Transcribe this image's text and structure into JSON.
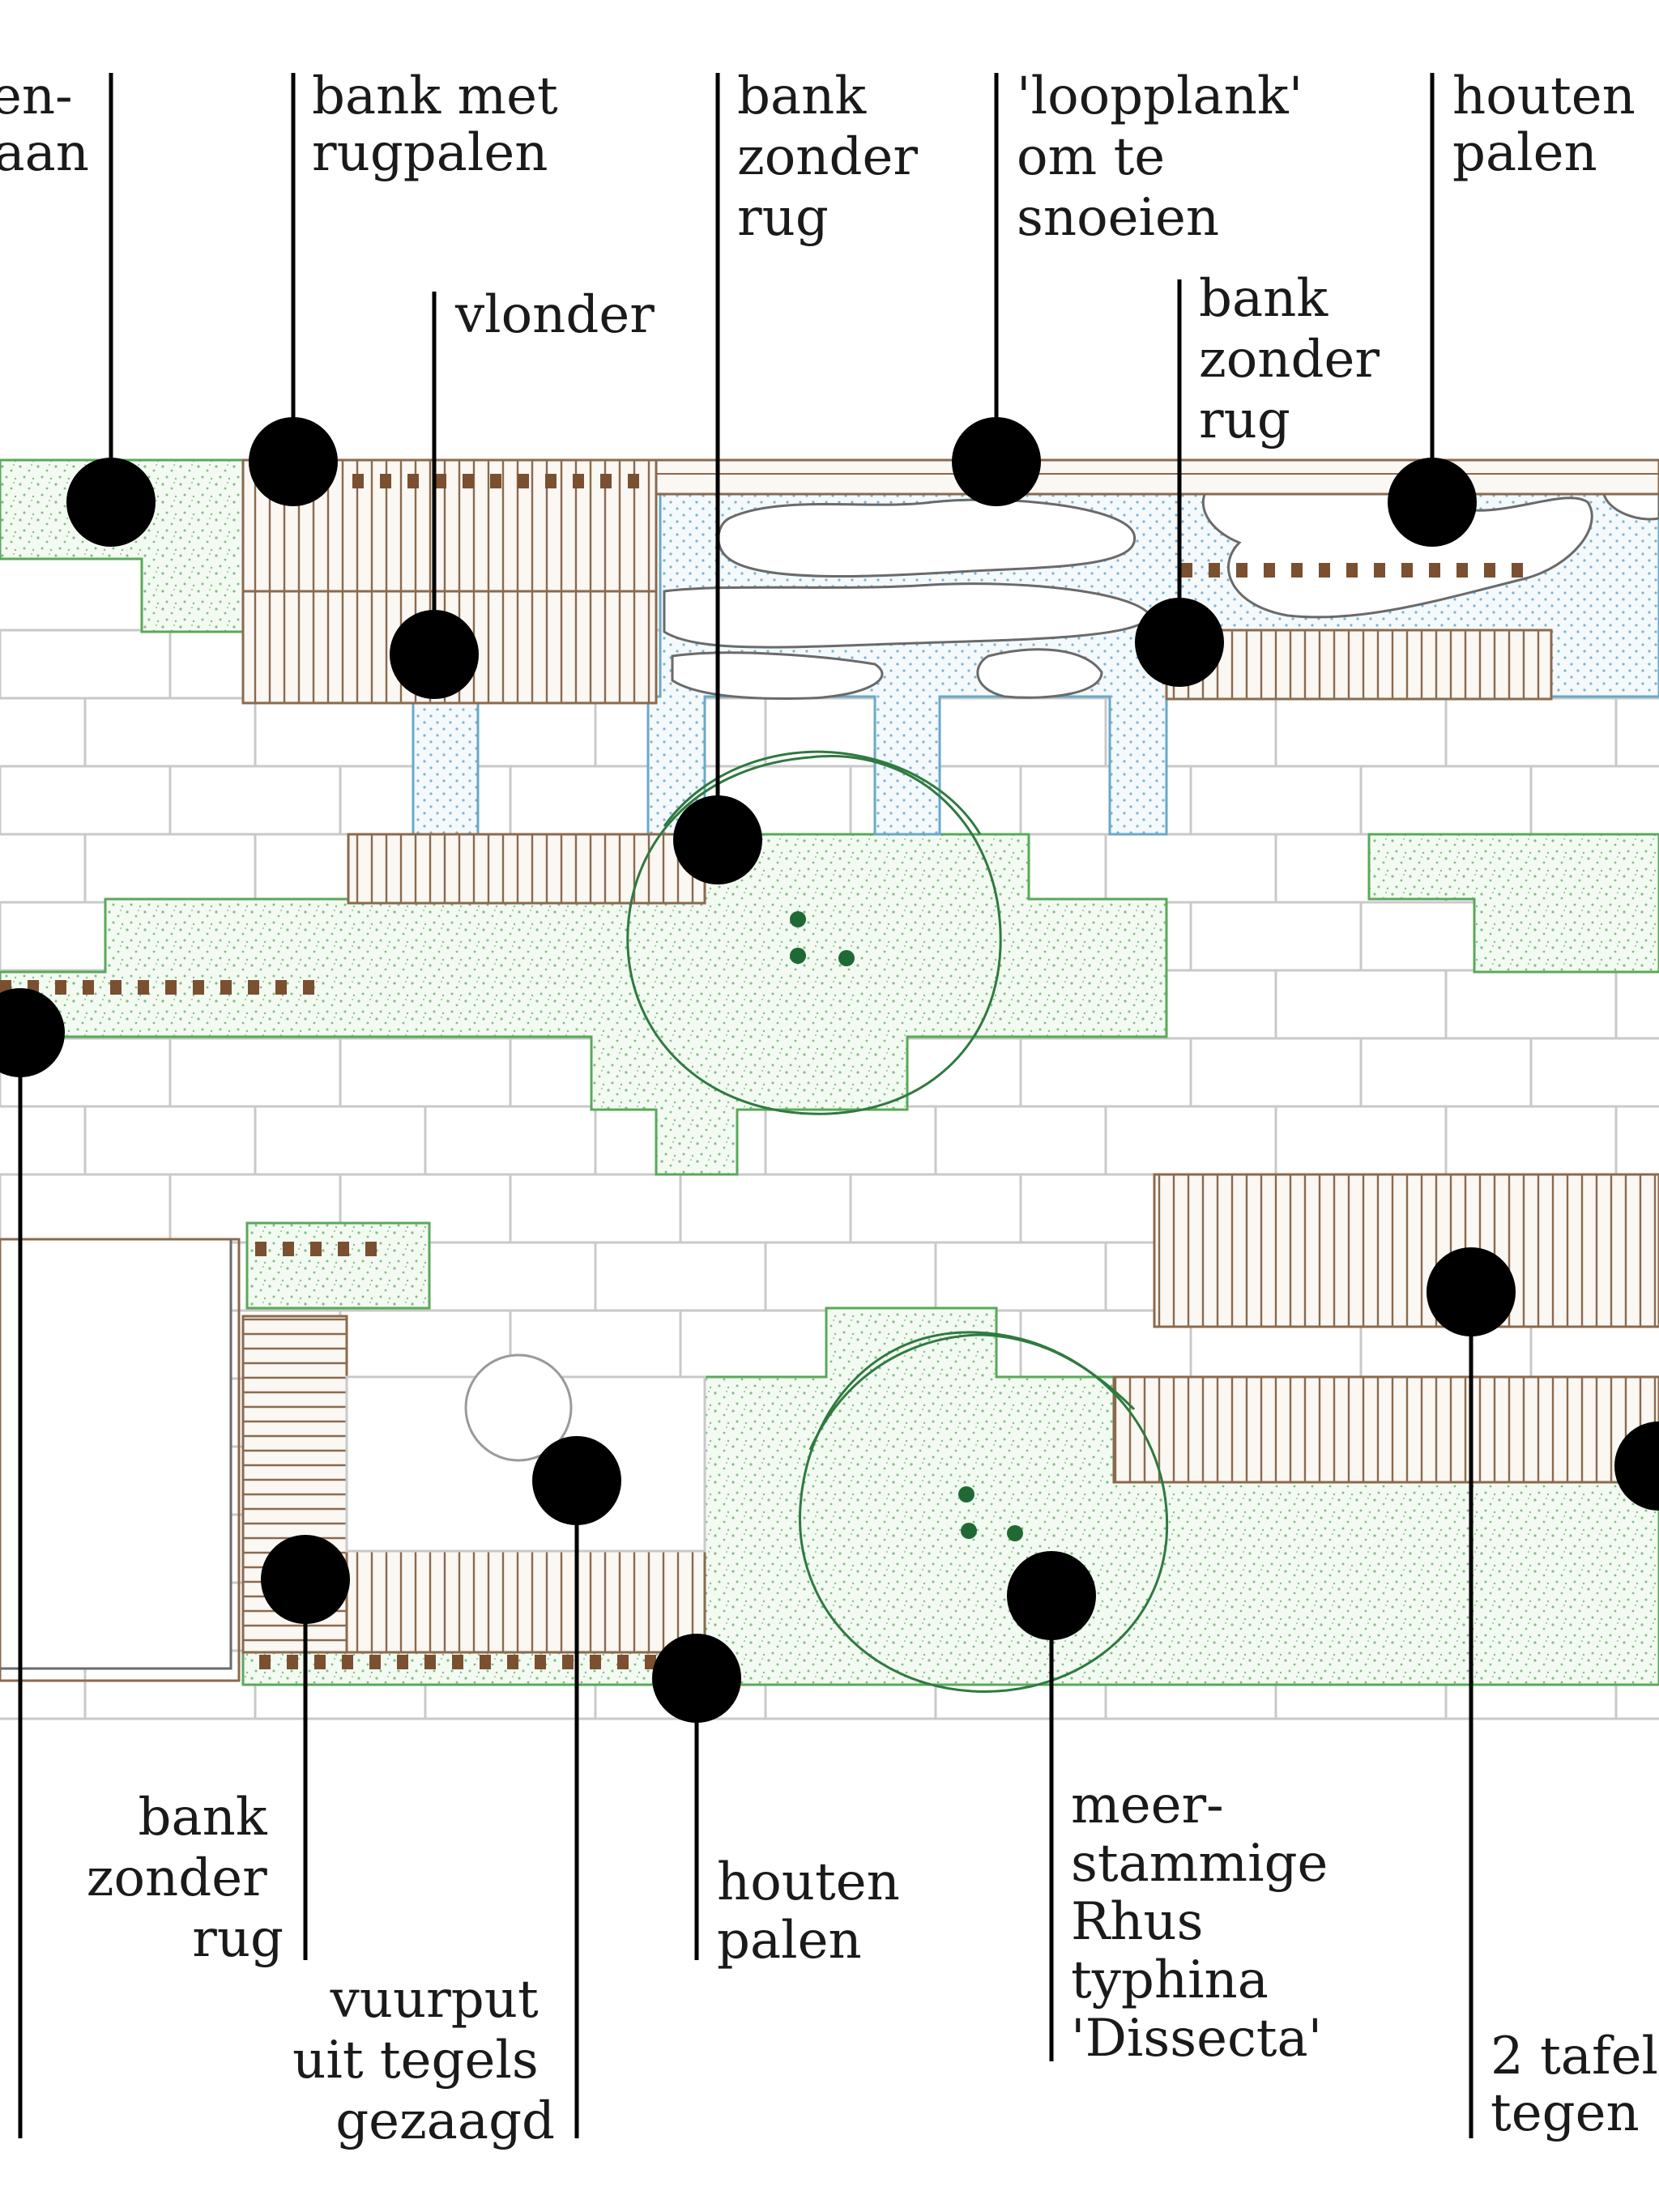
{
  "diagram": {
    "labels_top": [
      {
        "id": "tl-partial",
        "lines": [
          "ten-",
          "aan"
        ]
      },
      {
        "id": "bank-met-rugpalen",
        "lines": [
          "bank met",
          "rugpalen"
        ]
      },
      {
        "id": "vlonder",
        "lines": [
          "vlonder"
        ]
      },
      {
        "id": "bank-zonder-rug-1",
        "lines": [
          "bank",
          "zonder",
          "rug"
        ]
      },
      {
        "id": "loopplank",
        "lines": [
          "'loopplank'",
          "om te",
          "snoeien"
        ]
      },
      {
        "id": "bank-zonder-rug-2",
        "lines": [
          "bank",
          "zonder",
          "rug"
        ]
      },
      {
        "id": "houten-palen-1",
        "lines": [
          "houten",
          "palen"
        ]
      }
    ],
    "labels_bottom": [
      {
        "id": "bank-zonder-rug-3",
        "lines": [
          "bank",
          "zonder",
          "rug"
        ]
      },
      {
        "id": "vuurput",
        "lines": [
          "vuurput",
          "uit tegels",
          "gezaagd"
        ]
      },
      {
        "id": "houten-palen-2",
        "lines": [
          "houten",
          "palen"
        ]
      },
      {
        "id": "rhus",
        "lines": [
          "meer-",
          "stammige",
          "Rhus",
          "typhina",
          "'Dissecta'"
        ]
      },
      {
        "id": "tafels",
        "lines": [
          "2 tafel",
          "tegen"
        ]
      }
    ],
    "colors": {
      "leader": "#000000",
      "green_outline": "#5aa85a",
      "water_outline": "#6aa8c8",
      "wood_outline": "#8a6a4e",
      "post": "#7a5030",
      "tree": "#2f7a3f",
      "paving": "#c9c9c9"
    }
  }
}
